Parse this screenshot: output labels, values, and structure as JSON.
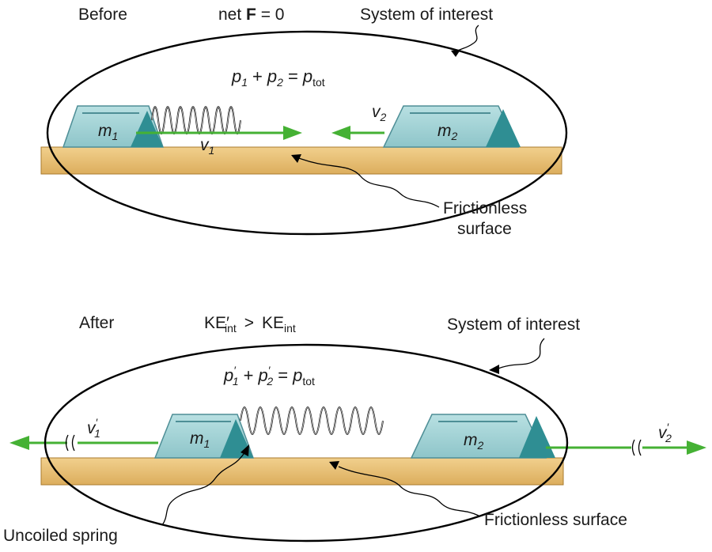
{
  "before": {
    "heading": "Before",
    "net_force": {
      "prefix": "net ",
      "bold": "F",
      "suffix": " = 0"
    },
    "system_label": "System of interest",
    "equation": {
      "p1": "p",
      "p1_sub": "1",
      "plus": "+",
      "p2": "p",
      "p2_sub": "2",
      "equals": "=",
      "ptot": "p",
      "ptot_sub": "tot"
    },
    "block1": {
      "m": "m",
      "sub": "1"
    },
    "block2": {
      "m": "m",
      "sub": "2"
    },
    "v1": {
      "v": "v",
      "sub": "1"
    },
    "v2": {
      "v": "v",
      "sub": "2"
    },
    "surface_label_line1": "Frictionless",
    "surface_label_line2": "surface"
  },
  "after": {
    "heading": "After",
    "ke": {
      "left": "KE",
      "prime": "′",
      "left_sub": "int",
      "gt": ">",
      "right": "KE",
      "right_sub": "int"
    },
    "system_label": "System of interest",
    "equation": {
      "p1": "p",
      "p1_prime": "′",
      "p1_sub": "1",
      "plus": "+",
      "p2": "p",
      "p2_prime": "′",
      "p2_sub": "2",
      "equals": "=",
      "ptot": "p",
      "ptot_sub": "tot"
    },
    "block1": {
      "m": "m",
      "sub": "1"
    },
    "block2": {
      "m": "m",
      "sub": "2"
    },
    "v1": {
      "v": "v",
      "prime": "′",
      "sub": "1"
    },
    "v2": {
      "v": "v",
      "prime": "′",
      "sub": "2"
    },
    "spring_label": "Uncoiled spring",
    "surface_label": "Frictionless surface"
  },
  "colors": {
    "surface_fill": "#e6bd74",
    "surface_edge": "#a97b2e",
    "block_fill": "#9fd0d4",
    "block_edge": "#4e8e96",
    "wedge": "#2f8e93",
    "arrow": "#45b134",
    "outline": "#000000"
  }
}
